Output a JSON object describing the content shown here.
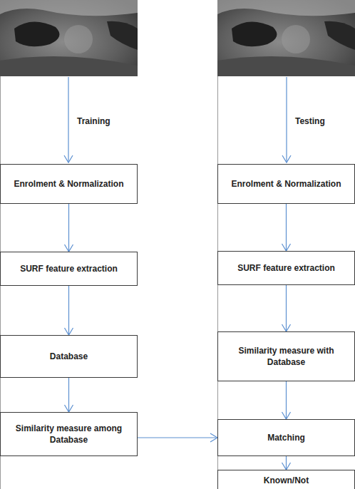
{
  "diagram": {
    "nodes": [
      {
        "text": [
          "Enrolment & Normalization"
        ]
      },
      {
        "text": [
          "SURF feature extraction"
        ]
      },
      {
        "text": [
          "Database"
        ]
      },
      {
        "text": [
          "Similarity measure among Database"
        ]
      },
      {
        "text": [
          "Enrolment & Normalization"
        ]
      },
      {
        "text": [
          "SURF feature extraction"
        ]
      },
      {
        "text": [
          "Similarity measure with Database"
        ]
      },
      {
        "text": [
          "Matching"
        ]
      },
      {
        "text": [
          "Known/Not"
        ]
      }
    ],
    "edges": [
      {
        "from": 0,
        "to": 1,
        "arrow": "to"
      },
      {
        "from": 1,
        "to": 2,
        "arrow": "to"
      },
      {
        "from": 2,
        "to": 3,
        "arrow": "to"
      },
      {
        "from": 3,
        "to": 7,
        "arrow": "to"
      },
      {
        "from": 4,
        "to": 5,
        "arrow": "to"
      },
      {
        "from": 5,
        "to": 6,
        "arrow": "to"
      },
      {
        "from": 6,
        "to": 7,
        "arrow": "to"
      },
      {
        "from": 7,
        "to": 8,
        "arrow": "to"
      }
    ],
    "labels": [
      "Training",
      "Testing"
    ]
  }
}
